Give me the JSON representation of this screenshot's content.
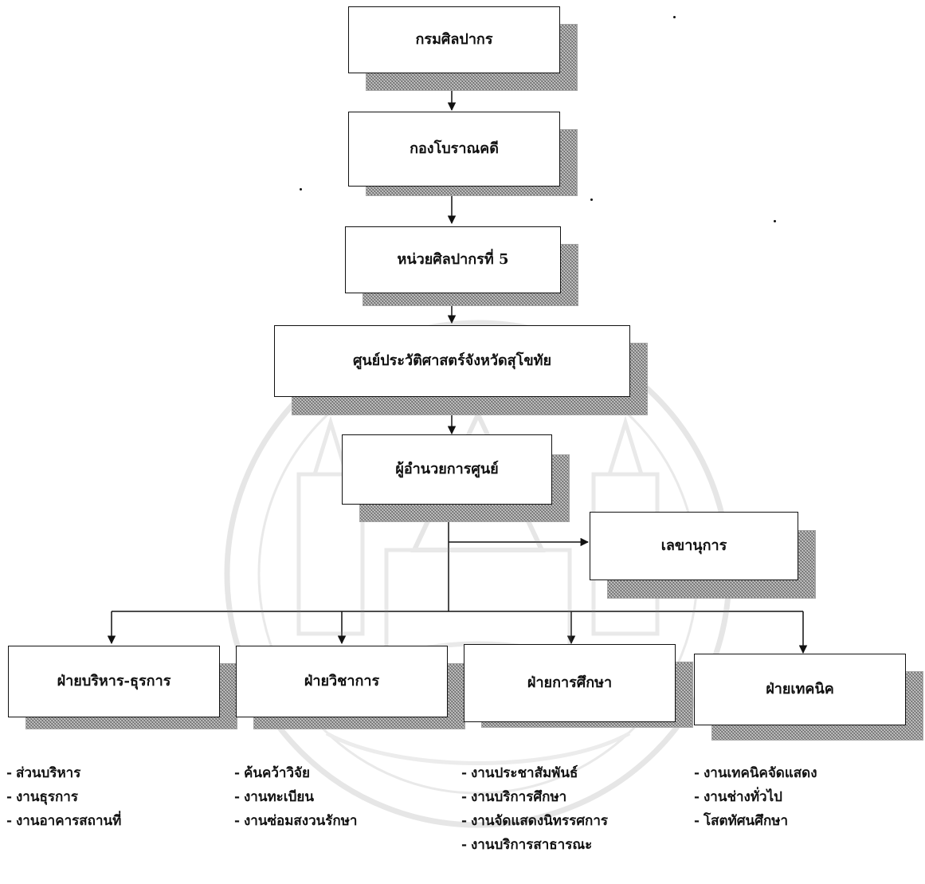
{
  "nodes": {
    "fine_arts_department": "กรมศิลปากร",
    "archaeology_division": "กองโบราณคดี",
    "fine_arts_office_5": "หน่วยศิลปากรที่ 5",
    "sukhothai_history_center": "ศูนย์ประวัติศาสตร์จังหวัดสุโขทัย",
    "center_director": "ผู้อำนวยการศูนย์",
    "secretary": "เลขานุการ"
  },
  "departments": [
    {
      "name": "ฝ่ายบริหาร-ธุรการ",
      "tasks": [
        "ส่วนบริหาร",
        "งานธุรการ",
        "งานอาคารสถานที่"
      ]
    },
    {
      "name": "ฝ่ายวิชาการ",
      "tasks": [
        "ค้นคว้าวิจัย",
        "งานทะเบียน",
        "งานซ่อมสงวนรักษา"
      ]
    },
    {
      "name": "ฝ่ายการศึกษา",
      "tasks": [
        "งานประชาสัมพันธ์",
        "งานบริการศึกษา",
        "งานจัดแสดงนิทรรศการ",
        "งานบริการสาธารณะ"
      ]
    },
    {
      "name": "ฝ่ายเทคนิค",
      "tasks": [
        "งานเทคนิคจัดแสดง",
        "งานช่างทั่วไป",
        "โสตทัศนศึกษา"
      ]
    }
  ]
}
